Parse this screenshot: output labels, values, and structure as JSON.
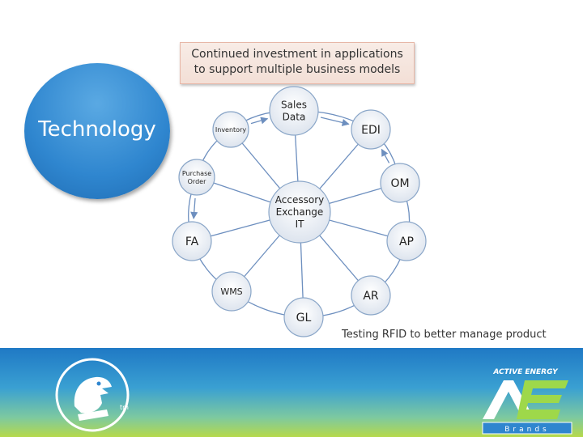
{
  "callout": {
    "text": "Continued investment in applications\nto support multiple business models"
  },
  "technology_label": "Technology",
  "hub": {
    "label_lines": [
      "Accessory",
      "Exchange",
      "IT"
    ]
  },
  "nodes": [
    {
      "id": "sales",
      "label_lines": [
        "Sales",
        "Data"
      ]
    },
    {
      "id": "edi",
      "label_lines": [
        "EDI"
      ]
    },
    {
      "id": "om",
      "label_lines": [
        "OM"
      ]
    },
    {
      "id": "ap",
      "label_lines": [
        "AP"
      ]
    },
    {
      "id": "ar",
      "label_lines": [
        "AR"
      ]
    },
    {
      "id": "gl",
      "label_lines": [
        "GL"
      ]
    },
    {
      "id": "wms",
      "label_lines": [
        "WMS"
      ]
    },
    {
      "id": "fa",
      "label_lines": [
        "FA"
      ]
    },
    {
      "id": "purchase",
      "label_lines": [
        "Purchase",
        "Order"
      ]
    },
    {
      "id": "inventory",
      "label_lines": [
        "Inventory"
      ]
    }
  ],
  "caption": "Testing RFID to better manage product",
  "colors": {
    "node_fill": "#eef1f6",
    "node_stroke": "#8aa6c8",
    "line": "#6d8fbf",
    "technology": "#2f86cf"
  },
  "footer": {
    "mascot_trademark": "tm",
    "brand_line1": "ACTIVE ENERGY",
    "brand_line2": "Brands"
  }
}
